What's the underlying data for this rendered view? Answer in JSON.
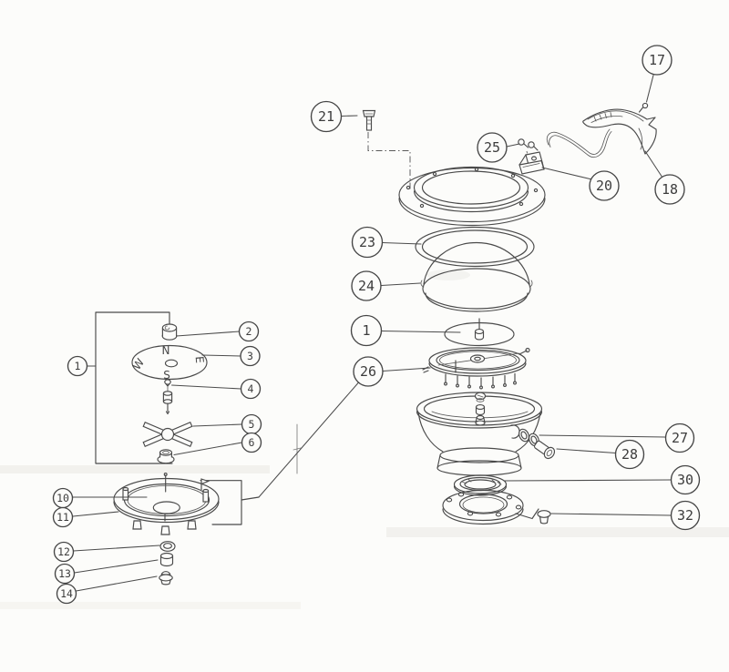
{
  "diagram": {
    "compass_rose": {
      "n": "N",
      "s": "S",
      "w": "W",
      "e": "E"
    },
    "callouts": {
      "c1_left": "1",
      "c2": "2",
      "c3": "3",
      "c4": "4",
      "c5": "5",
      "c6": "6",
      "c10": "10",
      "c11": "11",
      "c12": "12",
      "c13": "13",
      "c14": "14",
      "c17": "17",
      "c18": "18",
      "c20": "20",
      "c21": "21",
      "c23": "23",
      "c24": "24",
      "c25": "25",
      "c1_right": "1",
      "c26": "26",
      "c27": "27",
      "c28": "28",
      "c30": "30",
      "c32": "32"
    },
    "colors": {
      "background": "#fcfcfa",
      "ink": "#4a4a4a",
      "scan_band": "#e7e5df"
    }
  }
}
